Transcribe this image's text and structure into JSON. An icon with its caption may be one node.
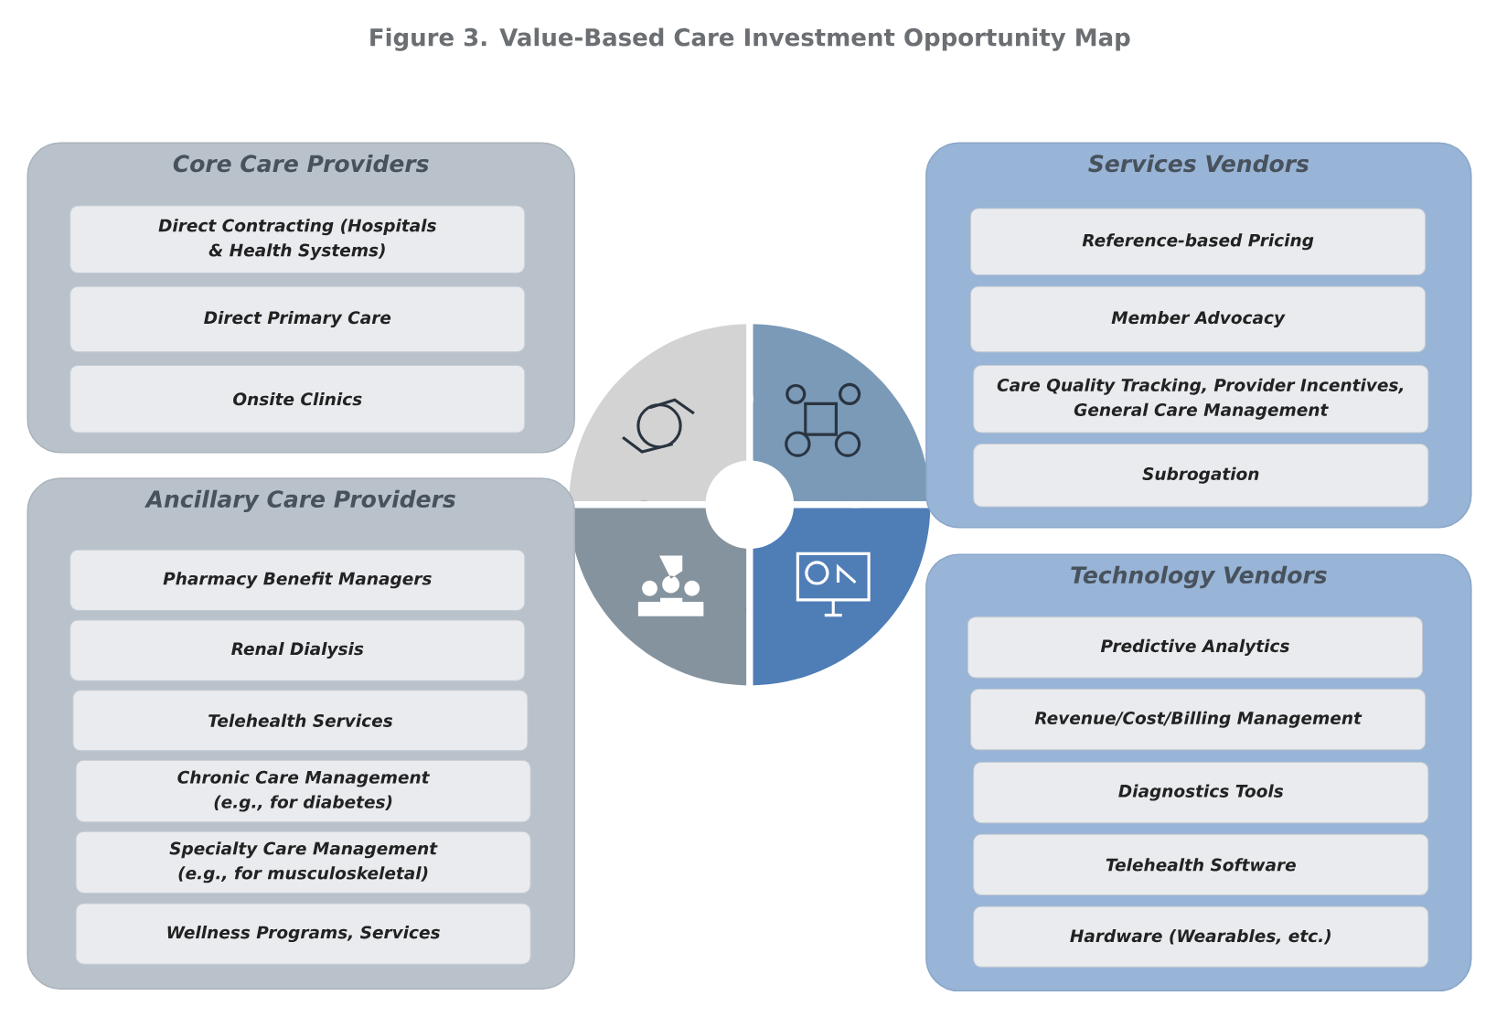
{
  "diagram": {
    "title": "Figure 3. Value-Based Care Investment Opportunity Map",
    "nodes": [
      {
        "text": [
          "Core Care Providers"
        ]
      },
      {
        "text": [
          "Direct Contracting (Hospitals & Health Systems)"
        ],
        "in": 0
      },
      {
        "text": [
          "Direct Primary Care"
        ],
        "in": 0
      },
      {
        "text": [
          "Onsite Clinics"
        ],
        "in": 0
      },
      {
        "text": [
          "Ancillary Care Providers"
        ]
      },
      {
        "text": [
          "Pharmacy Benefit Managers"
        ],
        "in": 4
      },
      {
        "text": [
          "Renal Dialysis"
        ],
        "in": 4
      },
      {
        "text": [
          "Telehealth Services"
        ],
        "in": 4
      },
      {
        "text": [
          "Chronic Care Management (e.g., for diabetes)"
        ],
        "in": 4
      },
      {
        "text": [
          "Specialty Care Management (e.g., for musculoskeletal)"
        ],
        "in": 4
      },
      {
        "text": [
          "Wellness Programs, Services"
        ],
        "in": 4
      },
      {
        "text": [
          "Services Vendors"
        ]
      },
      {
        "text": [
          "Reference-based Pricing"
        ],
        "in": 11
      },
      {
        "text": [
          "Member Advocacy"
        ],
        "in": 11
      },
      {
        "text": [
          "Care Quality Tracking, Provider Incentives, General Care Management"
        ],
        "in": 11
      },
      {
        "text": [
          "Subrogation"
        ],
        "in": 11
      },
      {
        "text": [
          "Technology Vendors"
        ]
      },
      {
        "text": [
          "Predictive Analytics"
        ],
        "in": 16
      },
      {
        "text": [
          "Revenue/Cost/Billing Management"
        ],
        "in": 16
      },
      {
        "text": [
          "Diagnostics Tools"
        ],
        "in": 16
      },
      {
        "text": [
          "Telehealth Software"
        ],
        "in": 16
      },
      {
        "text": [
          "Hardware (Wearables, etc.)"
        ],
        "in": 16
      }
    ]
  }
}
